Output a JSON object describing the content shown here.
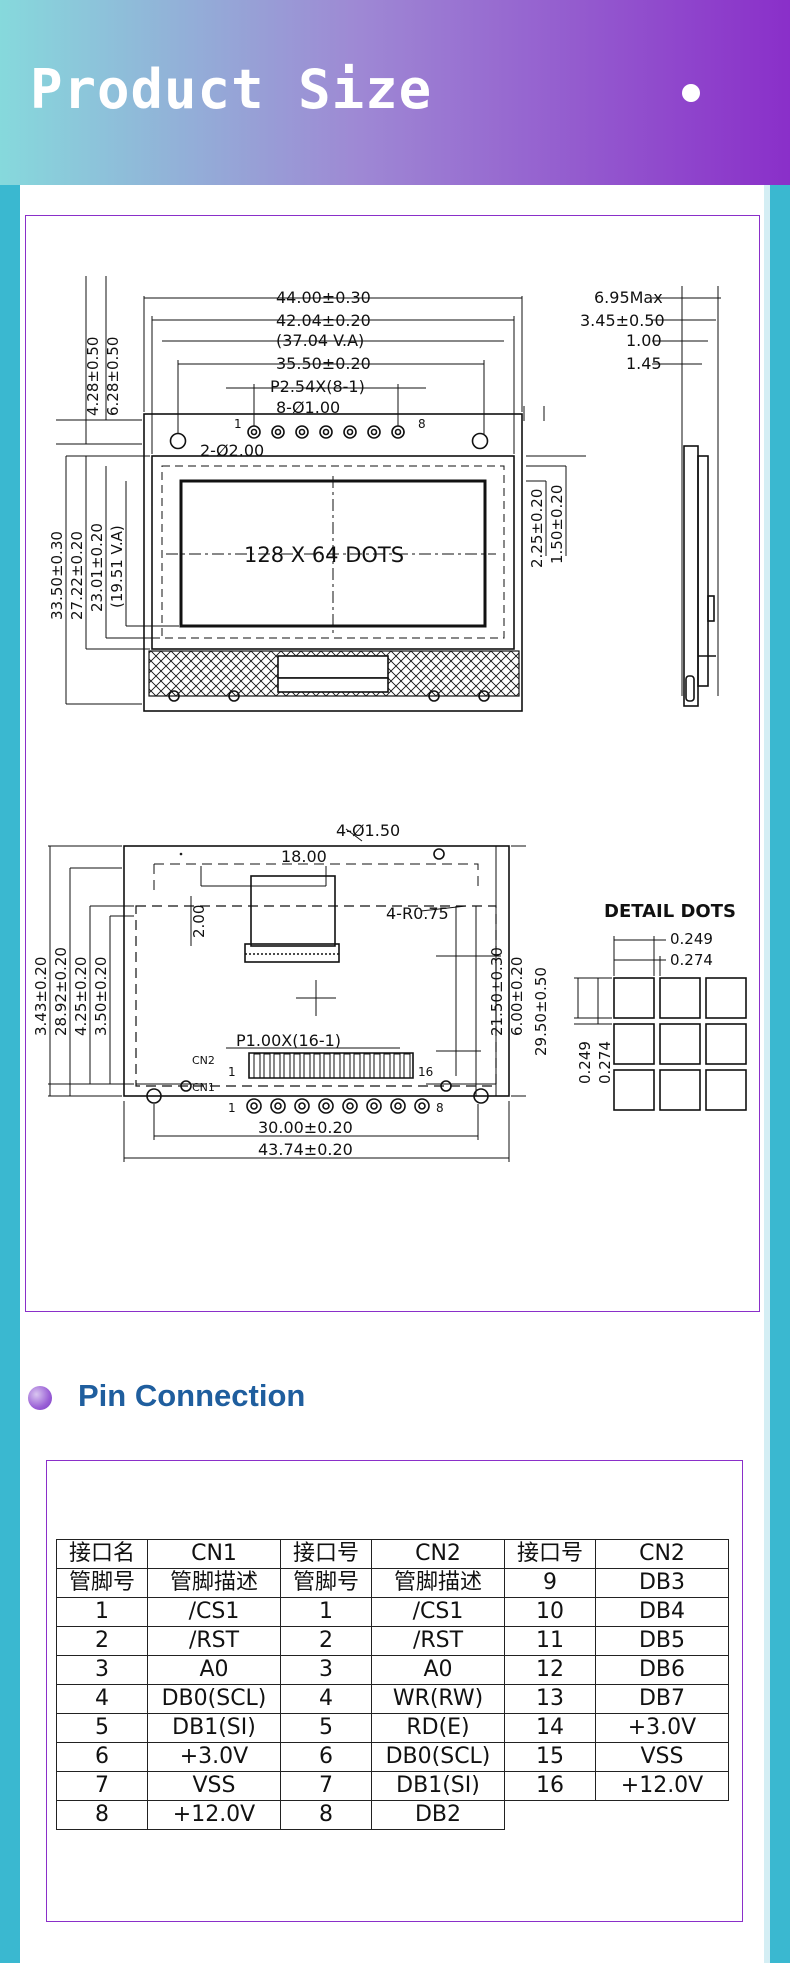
{
  "header": {
    "title": "Product Size"
  },
  "drawing": {
    "top_view": {
      "dims_h": [
        "44.00±0.30",
        "42.04±0.20",
        "(37.04  V.A)",
        "35.50±0.20",
        "P2.54X(8-1)",
        "8-Ø1.00",
        "2-Ø2.00"
      ],
      "dims_v_left": [
        "4.28±0.50",
        "6.28±0.50",
        "33.50±0.30",
        "27.22±0.20",
        "23.01±0.20",
        "(19.51  V.A)"
      ],
      "dims_v_right": [
        "2.25±0.20",
        "1.50±0.20"
      ],
      "pin1": "1",
      "pin8": "8",
      "display_label": "128 X 64 DOTS"
    },
    "side_view": {
      "dims": [
        "6.95Max",
        "3.45±0.50",
        "1.00",
        "1.45"
      ]
    },
    "bottom_view": {
      "dims_h": [
        "4-Ø1.50",
        "18.00",
        "P1.00X(16-1)",
        "30.00±0.20",
        "43.74±0.20"
      ],
      "dims_v": [
        "2.00",
        "4-R0.75",
        "3.43±0.20",
        "28.92±0.20",
        "4.25±0.20",
        "3.50±0.20",
        "21.50±0.30",
        "6.00±0.20",
        "29.50±0.50"
      ],
      "cn1": "CN1",
      "cn2": "CN2",
      "cn1_pin1": "1",
      "cn1_pin8": "8",
      "cn2_pin1": "1",
      "cn2_pin16": "16"
    },
    "detail": {
      "title": "DETAIL DOTS",
      "dims": [
        "0.249",
        "0.274",
        "0.249",
        "0.274"
      ]
    }
  },
  "pin_section": {
    "title": "Pin Connection"
  },
  "pin_table": {
    "header": [
      "接口名",
      "CN1",
      "接口号",
      "CN2",
      "接口号",
      "CN2"
    ],
    "subheader": [
      "管脚号",
      "管脚描述",
      "管脚号",
      "管脚描述",
      "9",
      "DB3"
    ],
    "rows": [
      [
        "1",
        "/CS1",
        "1",
        "/CS1",
        "10",
        "DB4"
      ],
      [
        "2",
        "/RST",
        "2",
        "/RST",
        "11",
        "DB5"
      ],
      [
        "3",
        "A0",
        "3",
        "A0",
        "12",
        "DB6"
      ],
      [
        "4",
        "DB0(SCL)",
        "4",
        "WR(RW)",
        "13",
        "DB7"
      ],
      [
        "5",
        "DB1(SI)",
        "5",
        "RD(E)",
        "14",
        "+3.0V"
      ],
      [
        "6",
        "+3.0V",
        "6",
        "DB0(SCL)",
        "15",
        "VSS"
      ],
      [
        "7",
        "VSS",
        "7",
        "DB1(SI)",
        "16",
        "+12.0V"
      ],
      [
        "8",
        "+12.0V",
        "8",
        "DB2",
        "",
        ""
      ]
    ]
  },
  "colors": {
    "accent": "#8a2fc9",
    "stripe": "#3ab8d0",
    "title_blue": "#1f5e9e"
  }
}
